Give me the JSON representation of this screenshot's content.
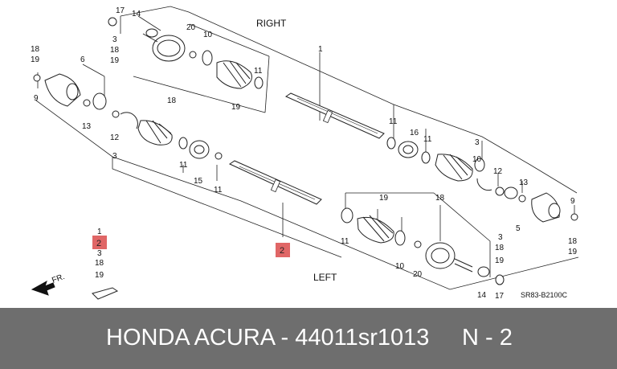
{
  "diagram": {
    "right_label": "RIGHT",
    "left_label": "LEFT",
    "front_arrow_label": "FR.",
    "diagram_code": "SR83-B2100C",
    "highlight_color": "#e06666",
    "callouts": [
      {
        "id": "c17a",
        "text": "17"
      },
      {
        "id": "c14a",
        "text": "14"
      },
      {
        "id": "c3a",
        "text": "3"
      },
      {
        "id": "c18a",
        "text": "18"
      },
      {
        "id": "c19a",
        "text": "19"
      },
      {
        "id": "c20a",
        "text": "20"
      },
      {
        "id": "c10a",
        "text": "10"
      },
      {
        "id": "c18b",
        "text": "18"
      },
      {
        "id": "c19b",
        "text": "19"
      },
      {
        "id": "c11a",
        "text": "11"
      },
      {
        "id": "c18c",
        "text": "18"
      },
      {
        "id": "c19c",
        "text": "19"
      },
      {
        "id": "c6a",
        "text": "6"
      },
      {
        "id": "c9a",
        "text": "9"
      },
      {
        "id": "c13a",
        "text": "13"
      },
      {
        "id": "c1a",
        "text": "1"
      },
      {
        "id": "c12a",
        "text": "12"
      },
      {
        "id": "c3b",
        "text": "3"
      },
      {
        "id": "c11b",
        "text": "11"
      },
      {
        "id": "c15a",
        "text": "15"
      },
      {
        "id": "c11c",
        "text": "11"
      },
      {
        "id": "c11d",
        "text": "11"
      },
      {
        "id": "c16a",
        "text": "16"
      },
      {
        "id": "c11e",
        "text": "11"
      },
      {
        "id": "c3c",
        "text": "3"
      },
      {
        "id": "c10b",
        "text": "10"
      },
      {
        "id": "c12b",
        "text": "12"
      },
      {
        "id": "c13b",
        "text": "13"
      },
      {
        "id": "c5a",
        "text": "5"
      },
      {
        "id": "c9b",
        "text": "9"
      },
      {
        "id": "c18d",
        "text": "18"
      },
      {
        "id": "c19d",
        "text": "19"
      },
      {
        "id": "c19e",
        "text": "19"
      },
      {
        "id": "c18e",
        "text": "18"
      },
      {
        "id": "c11f",
        "text": "11"
      },
      {
        "id": "c10c",
        "text": "10"
      },
      {
        "id": "c20b",
        "text": "20"
      },
      {
        "id": "c3d",
        "text": "3"
      },
      {
        "id": "c18f",
        "text": "18"
      },
      {
        "id": "c19f",
        "text": "19"
      },
      {
        "id": "c14b",
        "text": "14"
      },
      {
        "id": "c17b",
        "text": "17"
      },
      {
        "id": "c1b",
        "text": "1"
      },
      {
        "id": "c3e",
        "text": "3"
      },
      {
        "id": "c18g",
        "text": "18"
      },
      {
        "id": "c19g",
        "text": "19"
      }
    ],
    "highlights": [
      {
        "id": "h2a",
        "text": "2"
      },
      {
        "id": "h2b",
        "text": "2"
      }
    ]
  },
  "footer": {
    "title": "HONDA ACURA - 44011sr1013",
    "page": "N - 2"
  }
}
